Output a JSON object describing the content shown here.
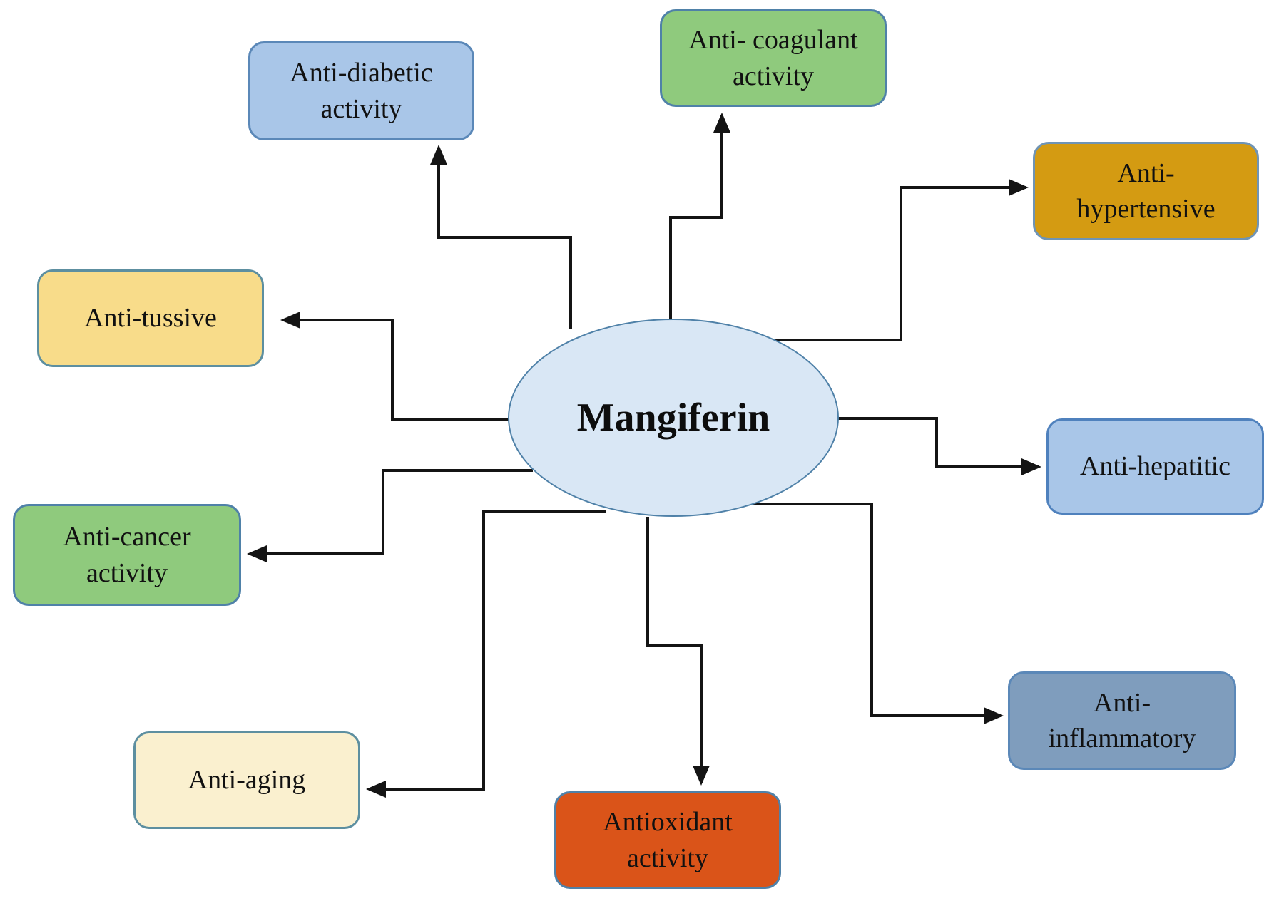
{
  "center": {
    "label": "Mangiferin",
    "fill": "#d9e7f5",
    "stroke": "#4f81a8"
  },
  "line_color": "#141414",
  "nodes": [
    {
      "id": "anti-diabetic",
      "label": "Anti-diabetic\nactivity",
      "fill": "#a9c6e8",
      "border": "#5b88b8"
    },
    {
      "id": "anti-coagulant",
      "label": "Anti- coagulant\nactivity",
      "fill": "#8fca7d",
      "border": "#4f81a8"
    },
    {
      "id": "anti-hypertensive",
      "label": "Anti-\nhypertensive",
      "fill": "#d49b12",
      "border": "#6f94b5"
    },
    {
      "id": "anti-tussive",
      "label": "Anti-tussive",
      "fill": "#f8dc8a",
      "border": "#5d8fa0"
    },
    {
      "id": "anti-hepatitic",
      "label": "Anti-hepatitic",
      "fill": "#a9c6e8",
      "border": "#4f81bd"
    },
    {
      "id": "anti-cancer",
      "label": "Anti-cancer\nactivity",
      "fill": "#8fca7d",
      "border": "#4f81a8"
    },
    {
      "id": "anti-inflammatory",
      "label": "Anti-\ninflammatory",
      "fill": "#7f9dbd",
      "border": "#5b88b8"
    },
    {
      "id": "anti-aging",
      "label": "Anti-aging",
      "fill": "#faf0cf",
      "border": "#5d8fa0"
    },
    {
      "id": "antioxidant",
      "label": "Antioxidant\nactivity",
      "fill": "#da5419",
      "border": "#4f81a8"
    }
  ]
}
